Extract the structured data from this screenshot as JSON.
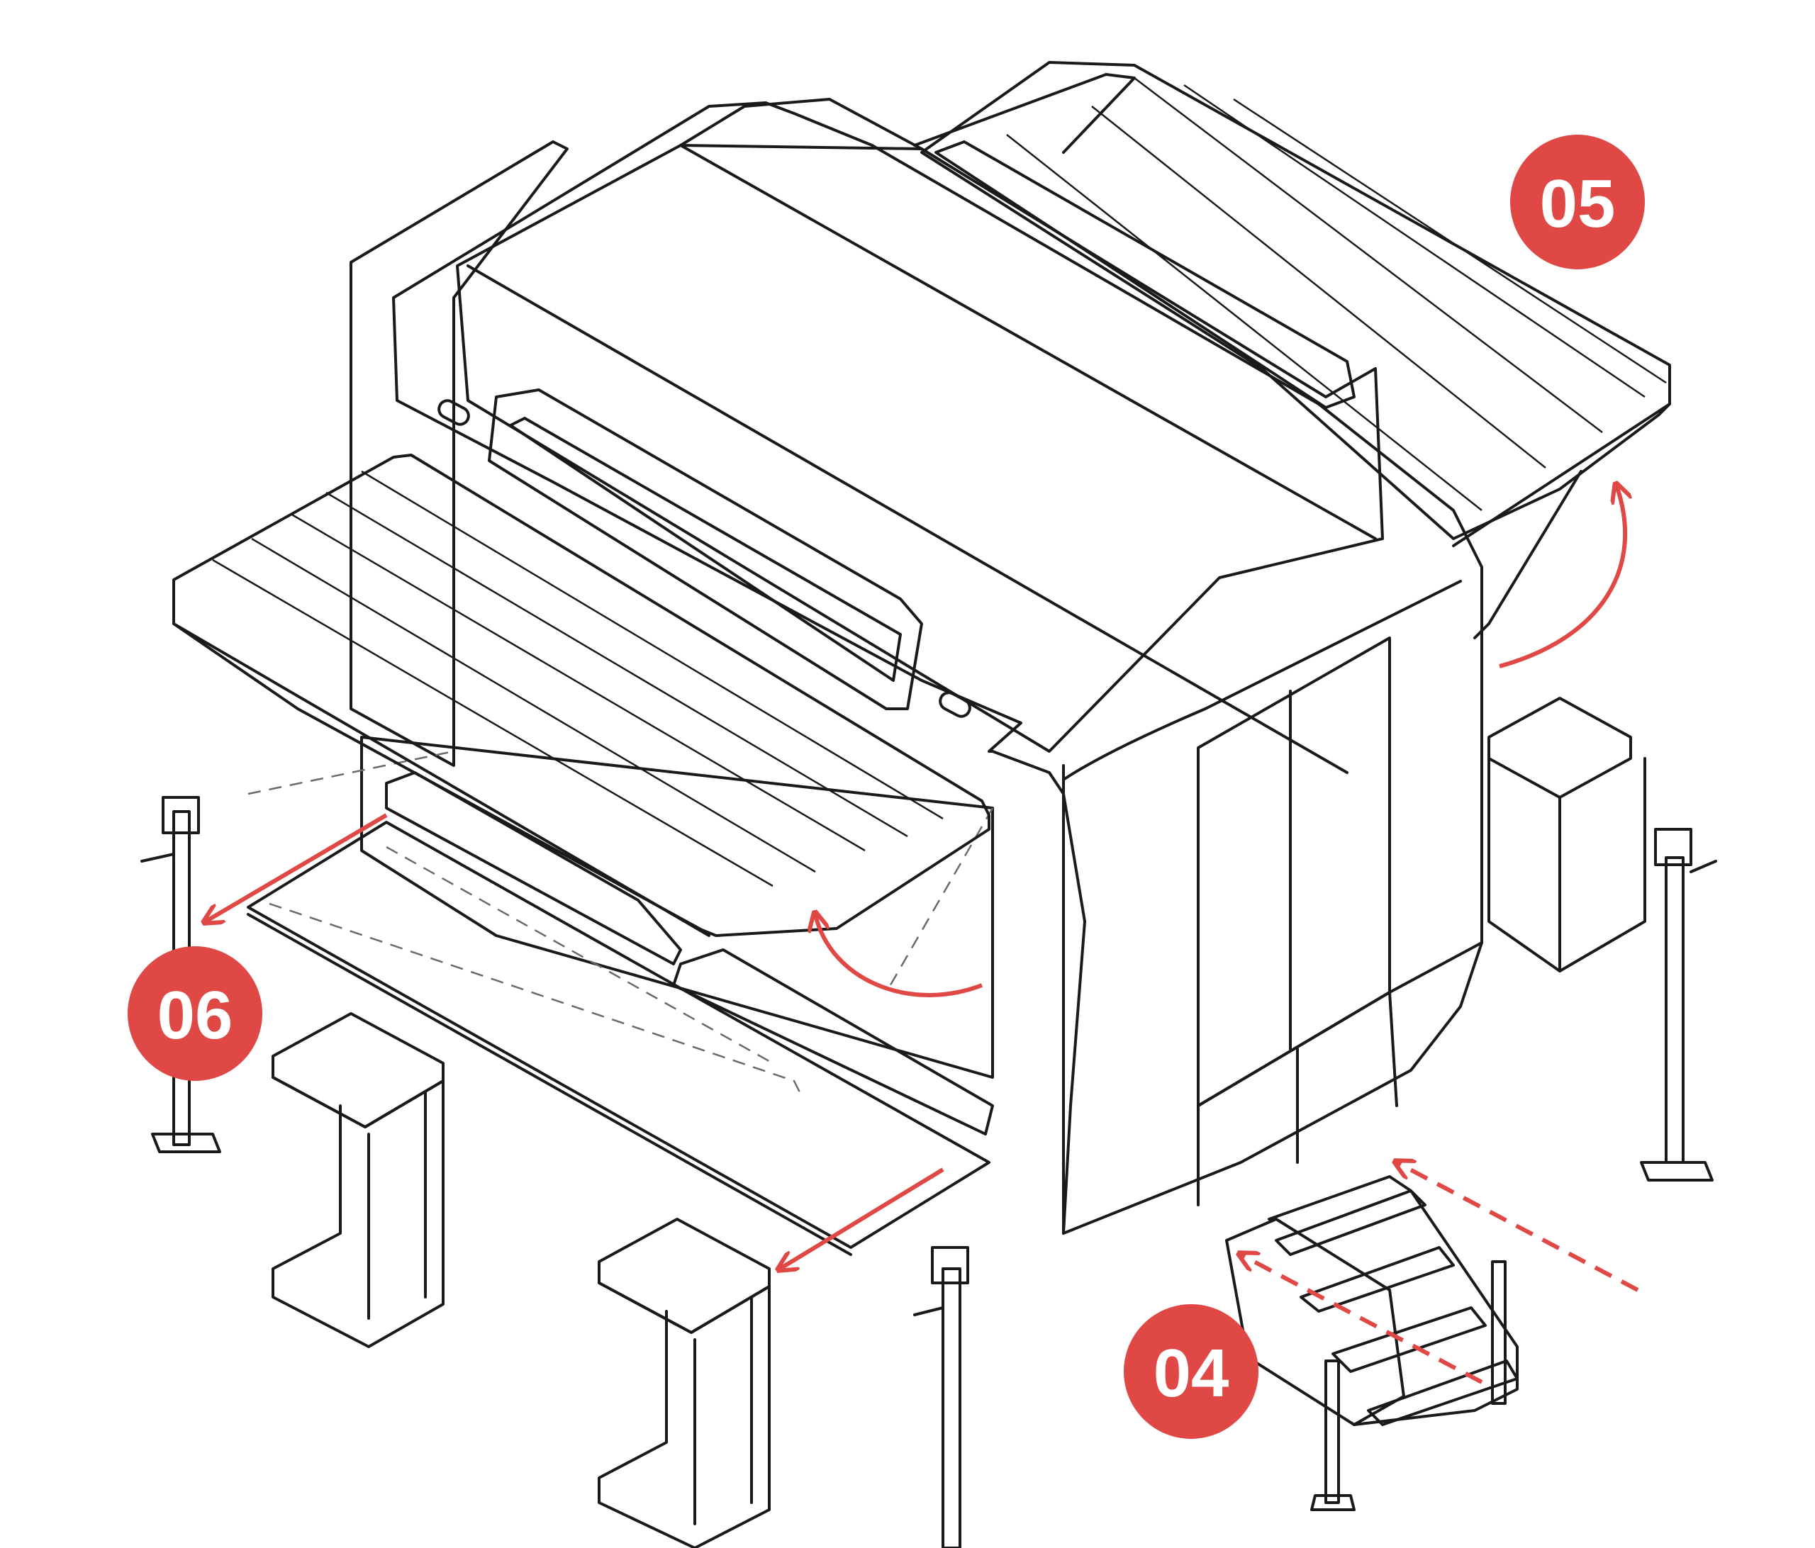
{
  "colors": {
    "accent": "#e04845",
    "line": "#1a1a1a",
    "panel": "#cfcfcf",
    "body": "#f7f7f7",
    "interior": "#e6e6e6"
  },
  "callouts": [
    {
      "id": "awning",
      "label": "05"
    },
    {
      "id": "table",
      "label": "06"
    },
    {
      "id": "steps",
      "label": "04"
    }
  ]
}
